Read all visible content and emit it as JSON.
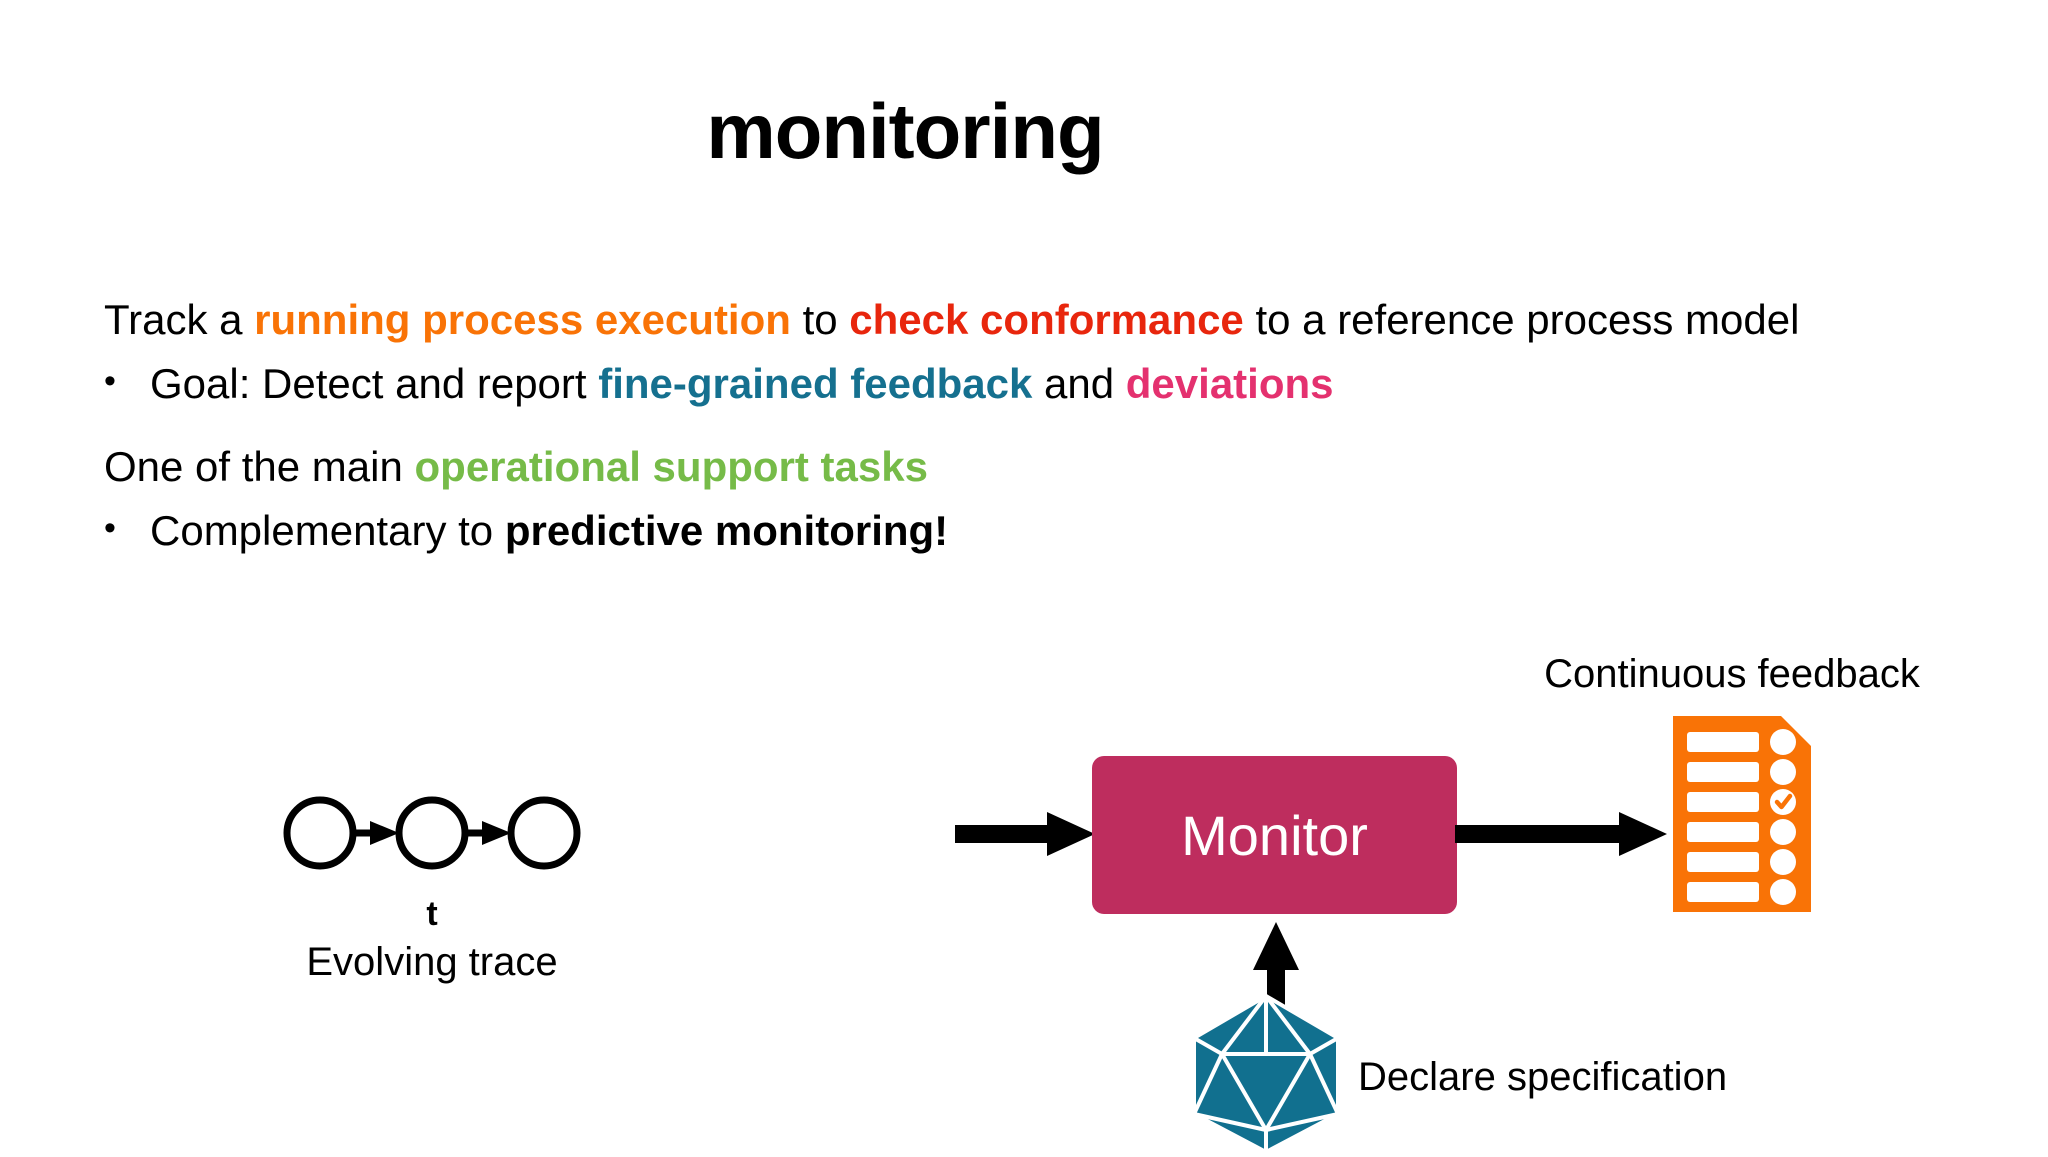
{
  "slide": {
    "title": "monitoring",
    "background_color": "#FFFFFF"
  },
  "colors": {
    "orange": "#F97306",
    "red": "#E8260D",
    "teal": "#15708F",
    "pink": "#E4316F",
    "green": "#76BB48",
    "monitor_box": "#BE2D5E",
    "checklist_icon": "#F97306",
    "icosahedron": "#11708F",
    "text": "#000000"
  },
  "body": {
    "paragraph1": {
      "part1": "Track a ",
      "highlight1": "running process execution",
      "part2": " to ",
      "highlight2": "check conformance",
      "part3": " to a reference process model"
    },
    "bullet1": {
      "marker": "•",
      "part1": "Goal: Detect and report ",
      "highlight1": "fine-grained feedback",
      "part2": " and ",
      "highlight2": "deviations"
    },
    "paragraph2": {
      "part1": "One of the main ",
      "highlight1": "operational support tasks"
    },
    "bullet2": {
      "marker": "•",
      "part1": "Complementary to ",
      "highlight1": "predictive monitoring!"
    }
  },
  "diagram": {
    "trace": {
      "node_count": 3,
      "time_label": "t",
      "caption": "Evolving trace"
    },
    "monitor": {
      "label": "Monitor"
    },
    "feedback": {
      "label": "Continuous feedback",
      "checklist_rows": 6,
      "checked_row_index": 3
    },
    "specification": {
      "label": "Declare specification",
      "shape": "icosahedron"
    },
    "arrows": {
      "trace_to_monitor": "arrow-right",
      "monitor_to_feedback": "arrow-right",
      "spec_to_monitor": "arrow-up"
    }
  }
}
